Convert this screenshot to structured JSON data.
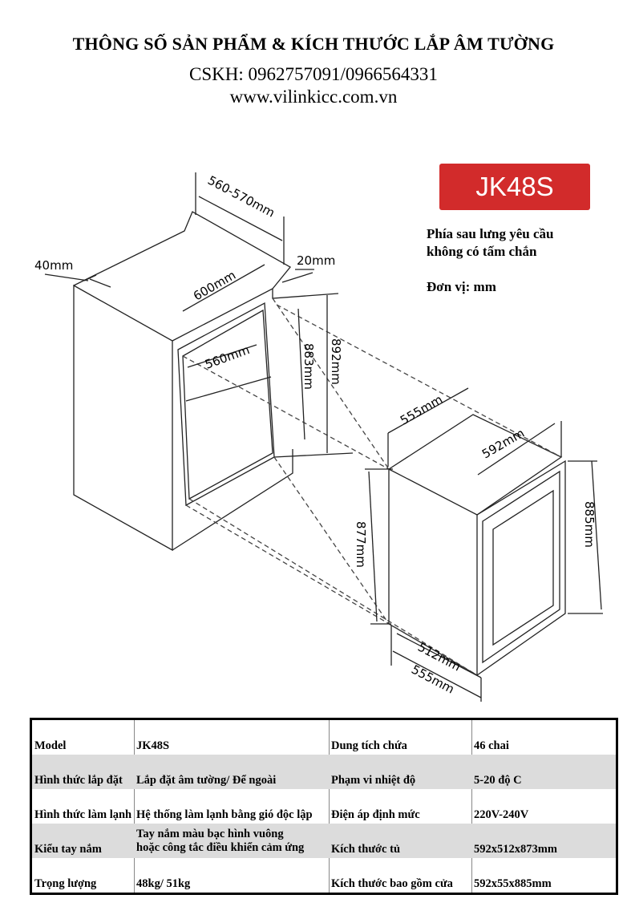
{
  "header": {
    "title": "THÔNG SỐ SẢN PHẨM & KÍCH THƯỚC LẮP ÂM TƯỜNG",
    "cskh": "CSKH: 0962757091/0966564331",
    "website": "www.vilinkicc.com.vn"
  },
  "badge": {
    "label": "JK48S",
    "color": "#d22b2b"
  },
  "notes": {
    "line1": "Phía sau lưng yêu cầu",
    "line2": "không có tấm chắn",
    "unit": "Đơn vị: mm"
  },
  "dimensions": {
    "cabinet_depth": "560-570mm",
    "top_gap": "40mm",
    "side_gap": "20mm",
    "cabinet_width": "600mm",
    "opening_width": "560mm",
    "opening_height": "883mm",
    "total_height": "892mm",
    "unit_depth_top": "555mm",
    "unit_width": "592mm",
    "unit_height": "877mm",
    "door_height": "885mm",
    "unit_depth": "512mm",
    "overall_depth": "555mm"
  },
  "specs": {
    "rows": [
      {
        "label1": "Model",
        "value1": "JK48S",
        "label2": "Dung tích chứa",
        "value2": "46 chai"
      },
      {
        "label1": "Hình thức lắp đặt",
        "value1": "Lắp đặt âm tường/ Để ngoài",
        "label2": "Phạm vi nhiệt độ",
        "value2": "5-20 độ C"
      },
      {
        "label1": "Hình thức làm lạnh",
        "value1": "Hệ thống làm lạnh bằng gió độc lập",
        "label2": "Điện áp định mức",
        "value2": "220V-240V"
      },
      {
        "label1": "Kiểu tay nắm",
        "value1a": "Tay nắm màu bạc hình vuông",
        "value1b": " hoặc công tắc điều khiển cảm ứng",
        "label2": "Kích thước tủ",
        "value2": "592x512x873mm"
      },
      {
        "label1": "Trọng lượng",
        "value1": "48kg/ 51kg",
        "label2": "Kích thước bao gồm cửa",
        "value2": "592x55x885mm"
      }
    ]
  }
}
